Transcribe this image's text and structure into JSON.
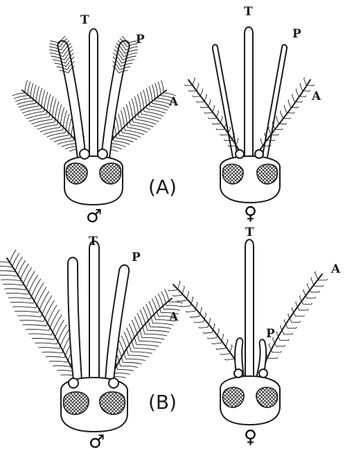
{
  "figure": {
    "panels": [
      {
        "id": "A",
        "label": "(A)"
      },
      {
        "id": "B",
        "label": "(B)"
      }
    ],
    "labels": {
      "proboscis": "T",
      "palp": "P",
      "antenna": "A"
    },
    "sex_symbols": {
      "male": "♂",
      "female": "♀"
    }
  }
}
